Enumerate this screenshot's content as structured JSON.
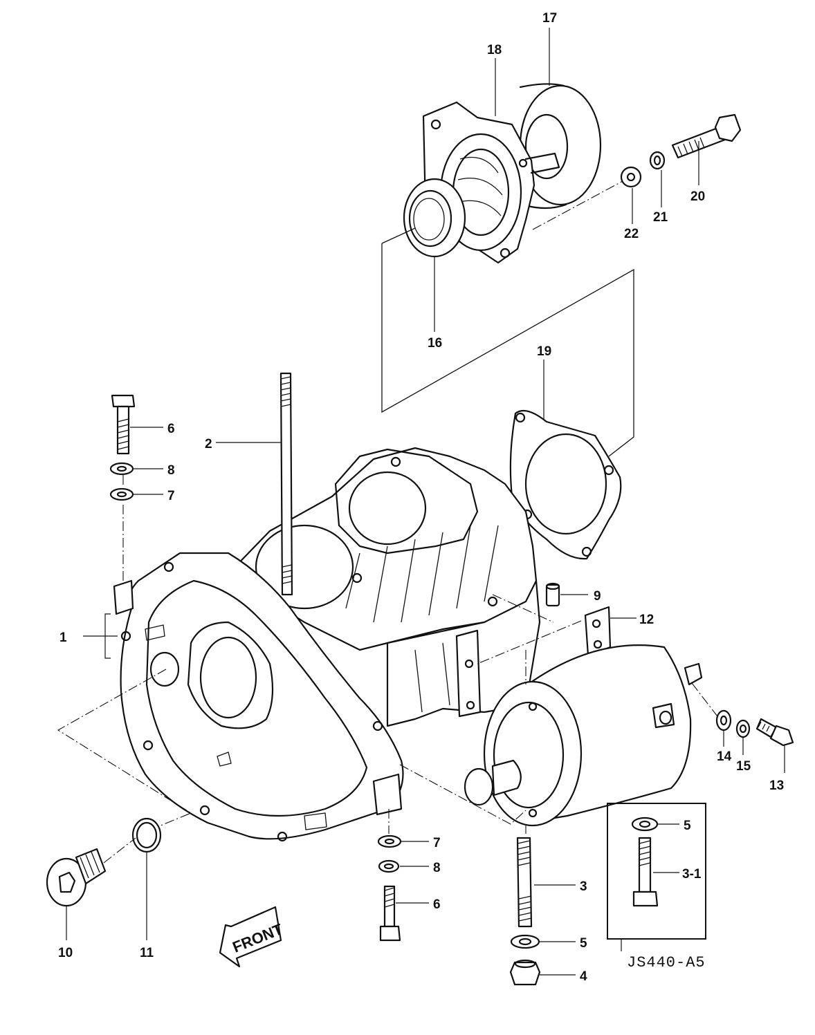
{
  "diagram_code": "JS440-A5",
  "front_arrow_label": "FRONT",
  "callouts": [
    {
      "id": "c1",
      "label": "1"
    },
    {
      "id": "c2",
      "label": "2"
    },
    {
      "id": "c3",
      "label": "3"
    },
    {
      "id": "c3-1",
      "label": "3-1"
    },
    {
      "id": "c4",
      "label": "4"
    },
    {
      "id": "c5a",
      "label": "5"
    },
    {
      "id": "c5b",
      "label": "5"
    },
    {
      "id": "c6a",
      "label": "6"
    },
    {
      "id": "c6b",
      "label": "6"
    },
    {
      "id": "c7a",
      "label": "7"
    },
    {
      "id": "c7b",
      "label": "7"
    },
    {
      "id": "c8a",
      "label": "8"
    },
    {
      "id": "c8b",
      "label": "8"
    },
    {
      "id": "c9",
      "label": "9"
    },
    {
      "id": "c10",
      "label": "10"
    },
    {
      "id": "c11",
      "label": "11"
    },
    {
      "id": "c12",
      "label": "12"
    },
    {
      "id": "c13",
      "label": "13"
    },
    {
      "id": "c14",
      "label": "14"
    },
    {
      "id": "c15",
      "label": "15"
    },
    {
      "id": "c16",
      "label": "16"
    },
    {
      "id": "c17",
      "label": "17"
    },
    {
      "id": "c18",
      "label": "18"
    },
    {
      "id": "c19",
      "label": "19"
    },
    {
      "id": "c20",
      "label": "20"
    },
    {
      "id": "c21",
      "label": "21"
    },
    {
      "id": "c22",
      "label": "22"
    }
  ]
}
